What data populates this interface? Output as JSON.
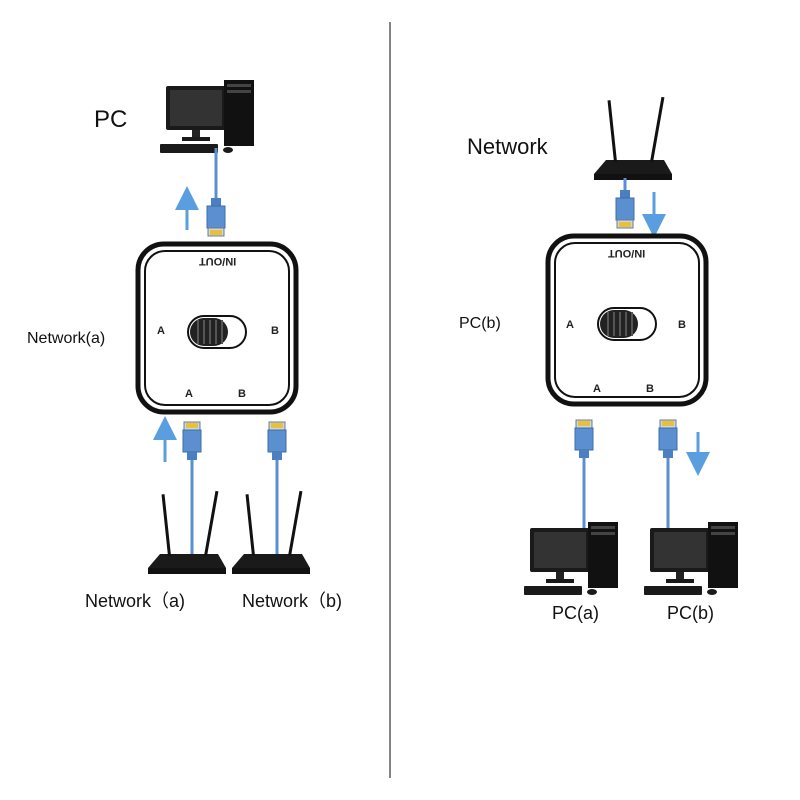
{
  "left": {
    "top_label": "PC",
    "side_label": "Network(a)",
    "bottom_labels": [
      "Network（a)",
      "Network（b)"
    ],
    "switch": {
      "top_port": "IN/OUT",
      "left_port": "A",
      "right_port": "B",
      "bottom_ports": [
        "A",
        "B"
      ]
    }
  },
  "right": {
    "top_label": "Network",
    "side_label": "PC(b)",
    "bottom_labels": [
      "PC(a)",
      "PC(b)"
    ],
    "switch": {
      "top_port": "IN/OUT",
      "left_port": "A",
      "right_port": "B",
      "bottom_ports": [
        "A",
        "B"
      ]
    }
  },
  "colors": {
    "cable": "#5b8fd0",
    "arrow": "#5a9ee0",
    "switch_outline": "#111111",
    "divider": "#333333"
  }
}
